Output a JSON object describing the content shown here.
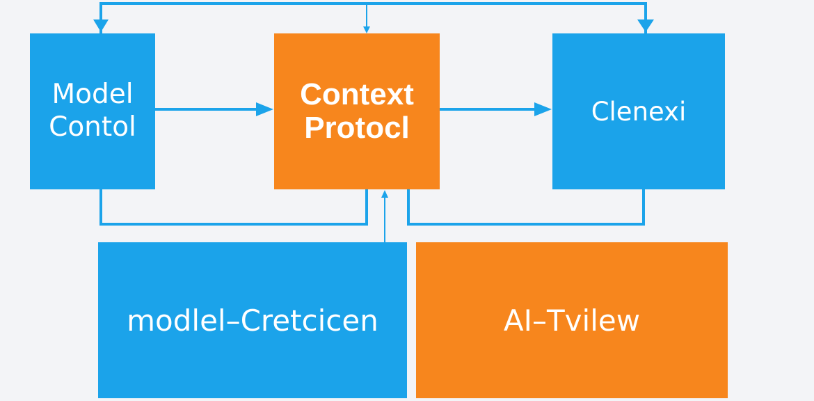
{
  "colors": {
    "background": "#f3f4f7",
    "blue": "#1ba3ea",
    "orange": "#f7861d",
    "connector": "#1ba3ea",
    "text": "#ffffff"
  },
  "boxes": {
    "model_control": {
      "label": "Model\nContol",
      "color": "blue"
    },
    "context_protocol": {
      "label": "Context\nProtocl",
      "color": "orange"
    },
    "client": {
      "label": "Clenexi",
      "color": "blue"
    },
    "model_creation": {
      "label": "modlel–Cretcicen",
      "color": "blue"
    },
    "ai_view": {
      "label": "AI–Tvilew",
      "color": "orange"
    }
  }
}
